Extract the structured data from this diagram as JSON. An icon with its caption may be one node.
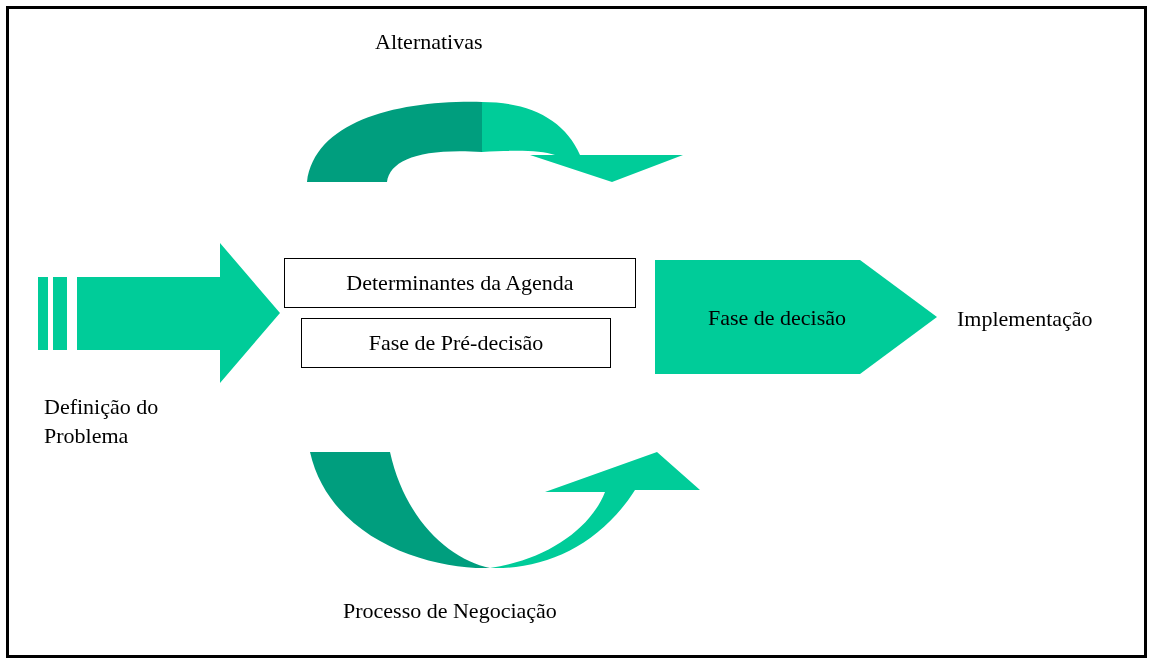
{
  "diagram": {
    "nodes": [
      {
        "text": [],
        "shape": "arrow",
        "beside": [
          "Definição do Problema"
        ]
      },
      {
        "text": [
          "Determinantes da Agenda"
        ]
      },
      {
        "text": [
          "Fase de Pré-decisão"
        ]
      },
      {
        "text": [
          "Fase de decisão"
        ]
      },
      {
        "text": [
          "Implementação"
        ]
      }
    ],
    "labels": [
      "Alternativas",
      "Processo de Negociação"
    ]
  }
}
